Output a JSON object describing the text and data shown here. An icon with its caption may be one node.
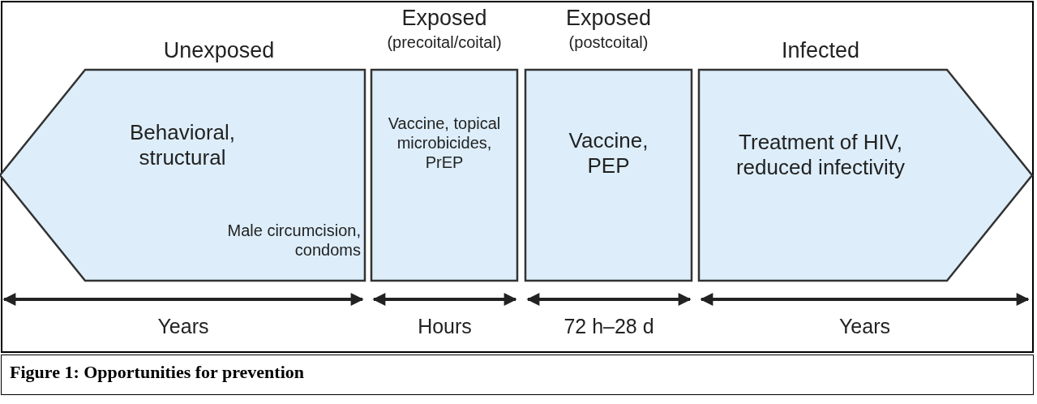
{
  "diagram": {
    "caption": "Figure 1: Opportunities for prevention",
    "nodes": [
      {
        "text": [
          "Unexposed",
          "Behavioral, structural",
          "Male circumcision, condoms"
        ],
        "beside": [
          "Years"
        ]
      },
      {
        "text": [
          "Exposed",
          "(precoital/coital)",
          "Vaccine, topical microbicides, PrEP"
        ],
        "beside": [
          "Hours"
        ]
      },
      {
        "text": [
          "Exposed",
          "(postcoital)",
          "Vaccine, PEP"
        ],
        "beside": [
          "72 h–28 d"
        ]
      },
      {
        "text": [
          "Infected",
          "Treatment of HIV, reduced infectivity"
        ],
        "beside": [
          "Years"
        ]
      }
    ],
    "edges": []
  }
}
